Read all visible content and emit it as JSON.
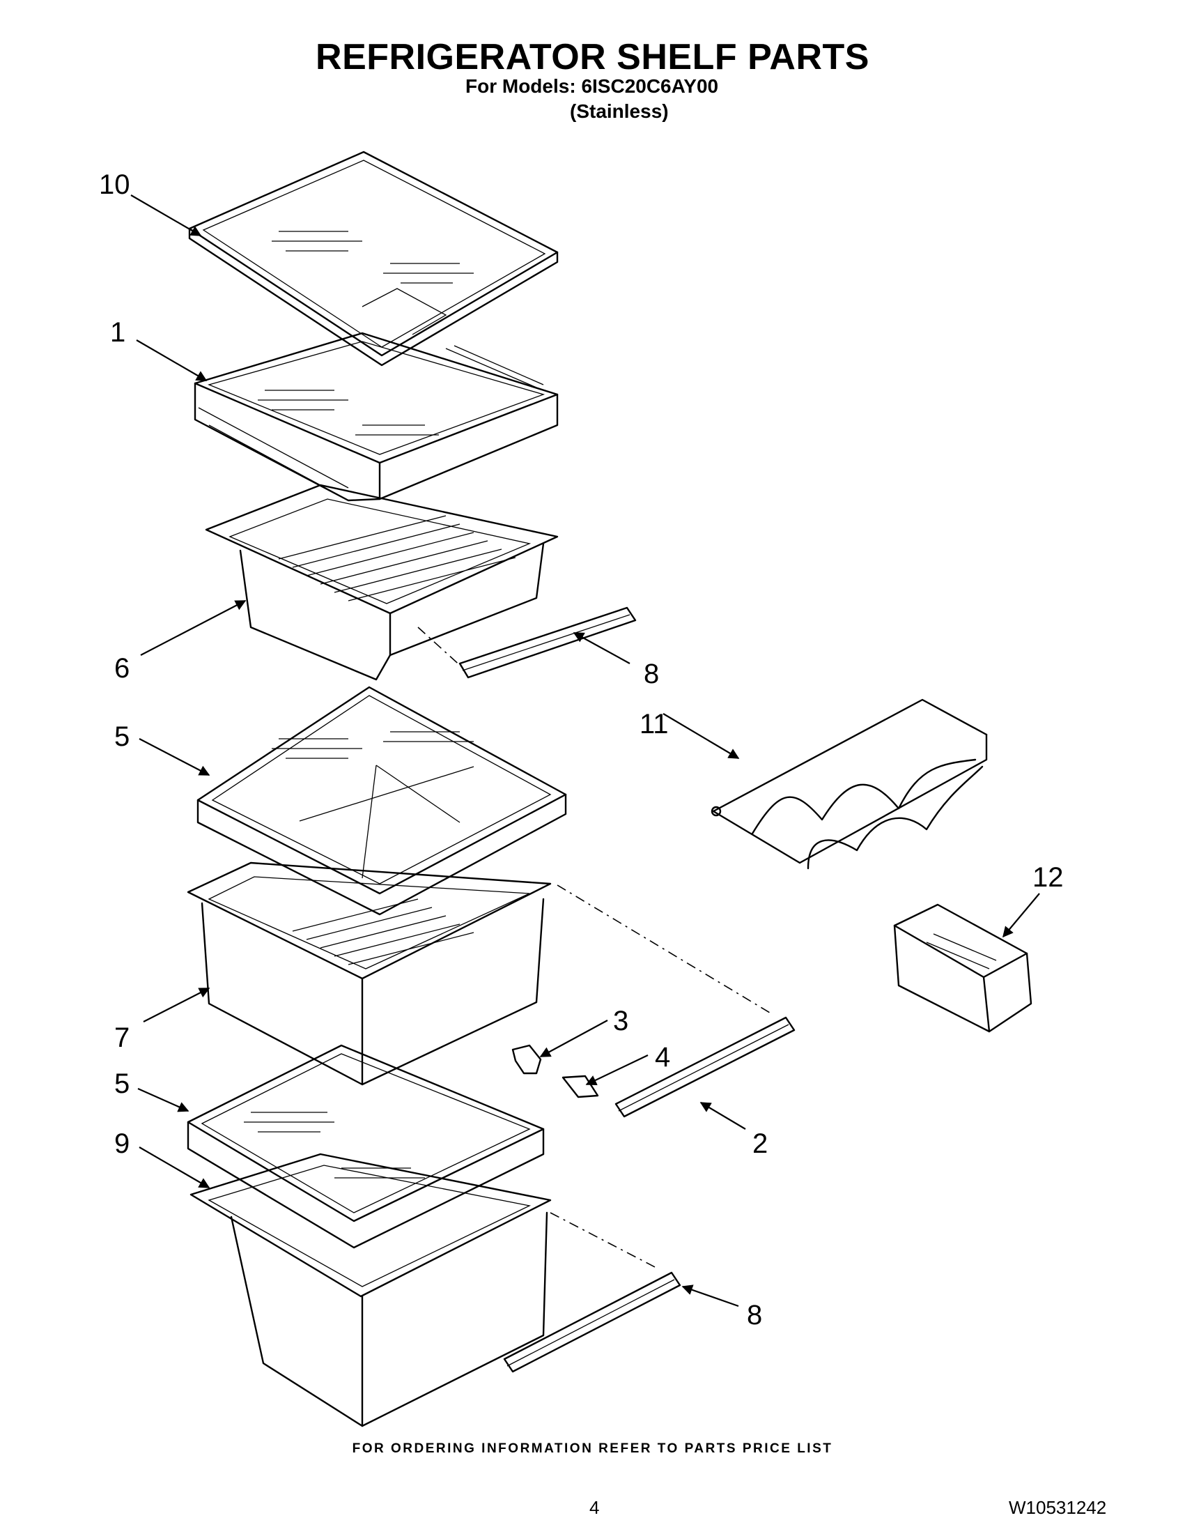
{
  "header": {
    "title": "REFRIGERATOR SHELF PARTS",
    "models": "For Models: 6ISC20C6AY00",
    "finish": "(Stainless)"
  },
  "footer": {
    "ordering": "FOR ORDERING INFORMATION REFER TO PARTS PRICE LIST",
    "page_number": "4",
    "document_number": "W10531242"
  },
  "callouts": [
    "10",
    "1",
    "6",
    "8",
    "5",
    "11",
    "12",
    "7",
    "3",
    "4",
    "5",
    "2",
    "9",
    "8"
  ]
}
